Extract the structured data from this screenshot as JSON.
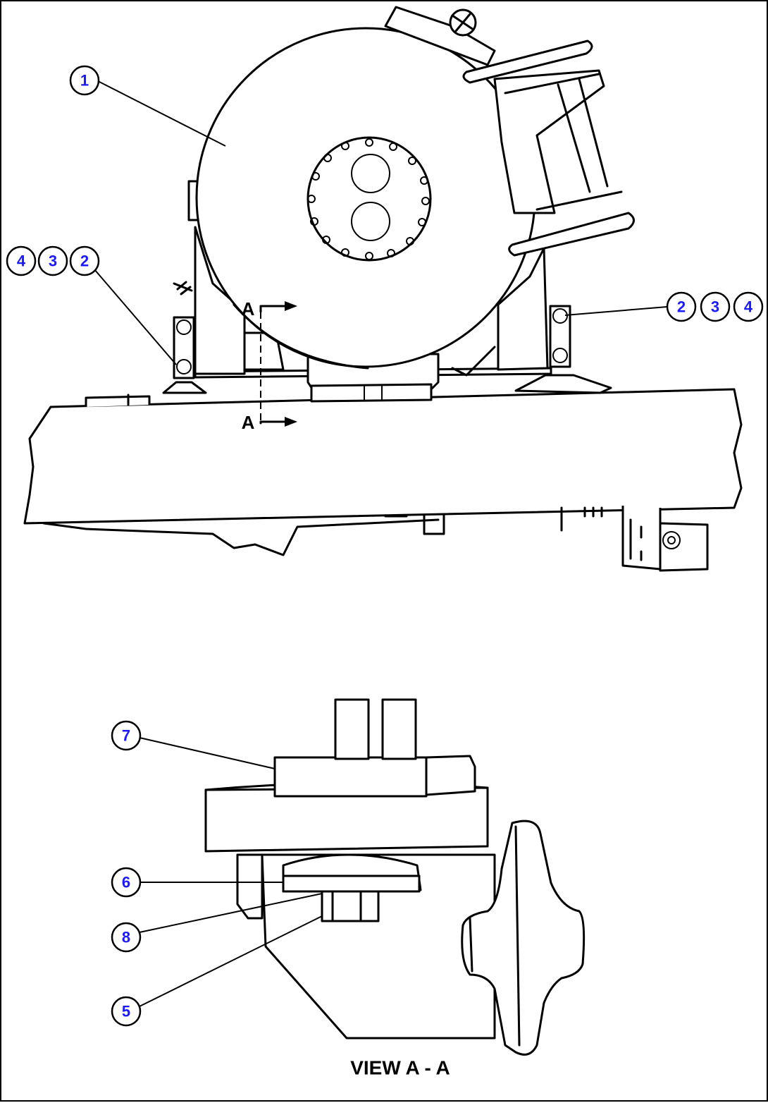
{
  "callouts": {
    "c1": "1",
    "left_group": [
      "4",
      "3",
      "2"
    ],
    "right_group": [
      "2",
      "3",
      "4"
    ],
    "c5": "5",
    "c6": "6",
    "c7": "7",
    "c8": "8"
  },
  "section_marks": {
    "top": "A",
    "bottom": "A"
  },
  "view_title": "VIEW A - A",
  "colors": {
    "callout_text": "#1a1aff",
    "line": "#000000",
    "background": "#ffffff"
  }
}
